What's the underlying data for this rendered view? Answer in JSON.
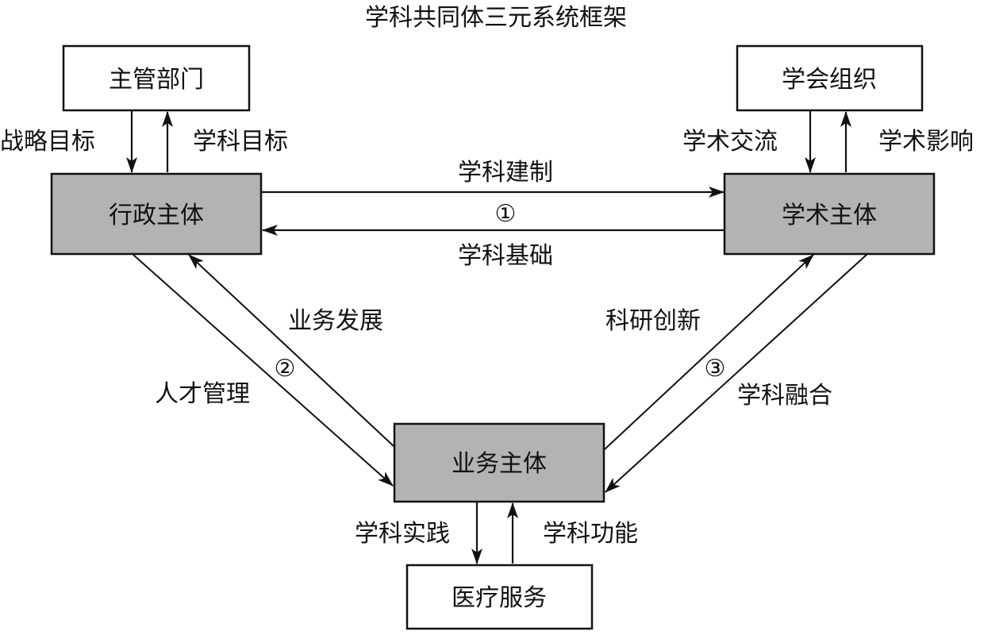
{
  "title": "学科共同体三元系统框架",
  "colors": {
    "primary_fill": "#b3b3b3",
    "secondary_fill": "#ffffff",
    "stroke": "#111111"
  },
  "nodes": {
    "competent_dept": "主管部门",
    "society_org": "学会组织",
    "admin_subject": "行政主体",
    "academic_subject": "学术主体",
    "business_subject": "业务主体",
    "medical_service": "医疗服务"
  },
  "edges": {
    "strategic_goal": "战略目标",
    "discipline_goal": "学科目标",
    "academic_exchange": "学术交流",
    "academic_influence": "学术影响",
    "discipline_system": "学科建制",
    "discipline_foundation": "学科基础",
    "business_development": "业务发展",
    "talent_management": "人才管理",
    "research_innovation": "科研创新",
    "discipline_integration": "学科融合",
    "discipline_practice": "学科实践",
    "discipline_function": "学科功能"
  },
  "markers": {
    "one": "①",
    "two": "②",
    "three": "③"
  }
}
